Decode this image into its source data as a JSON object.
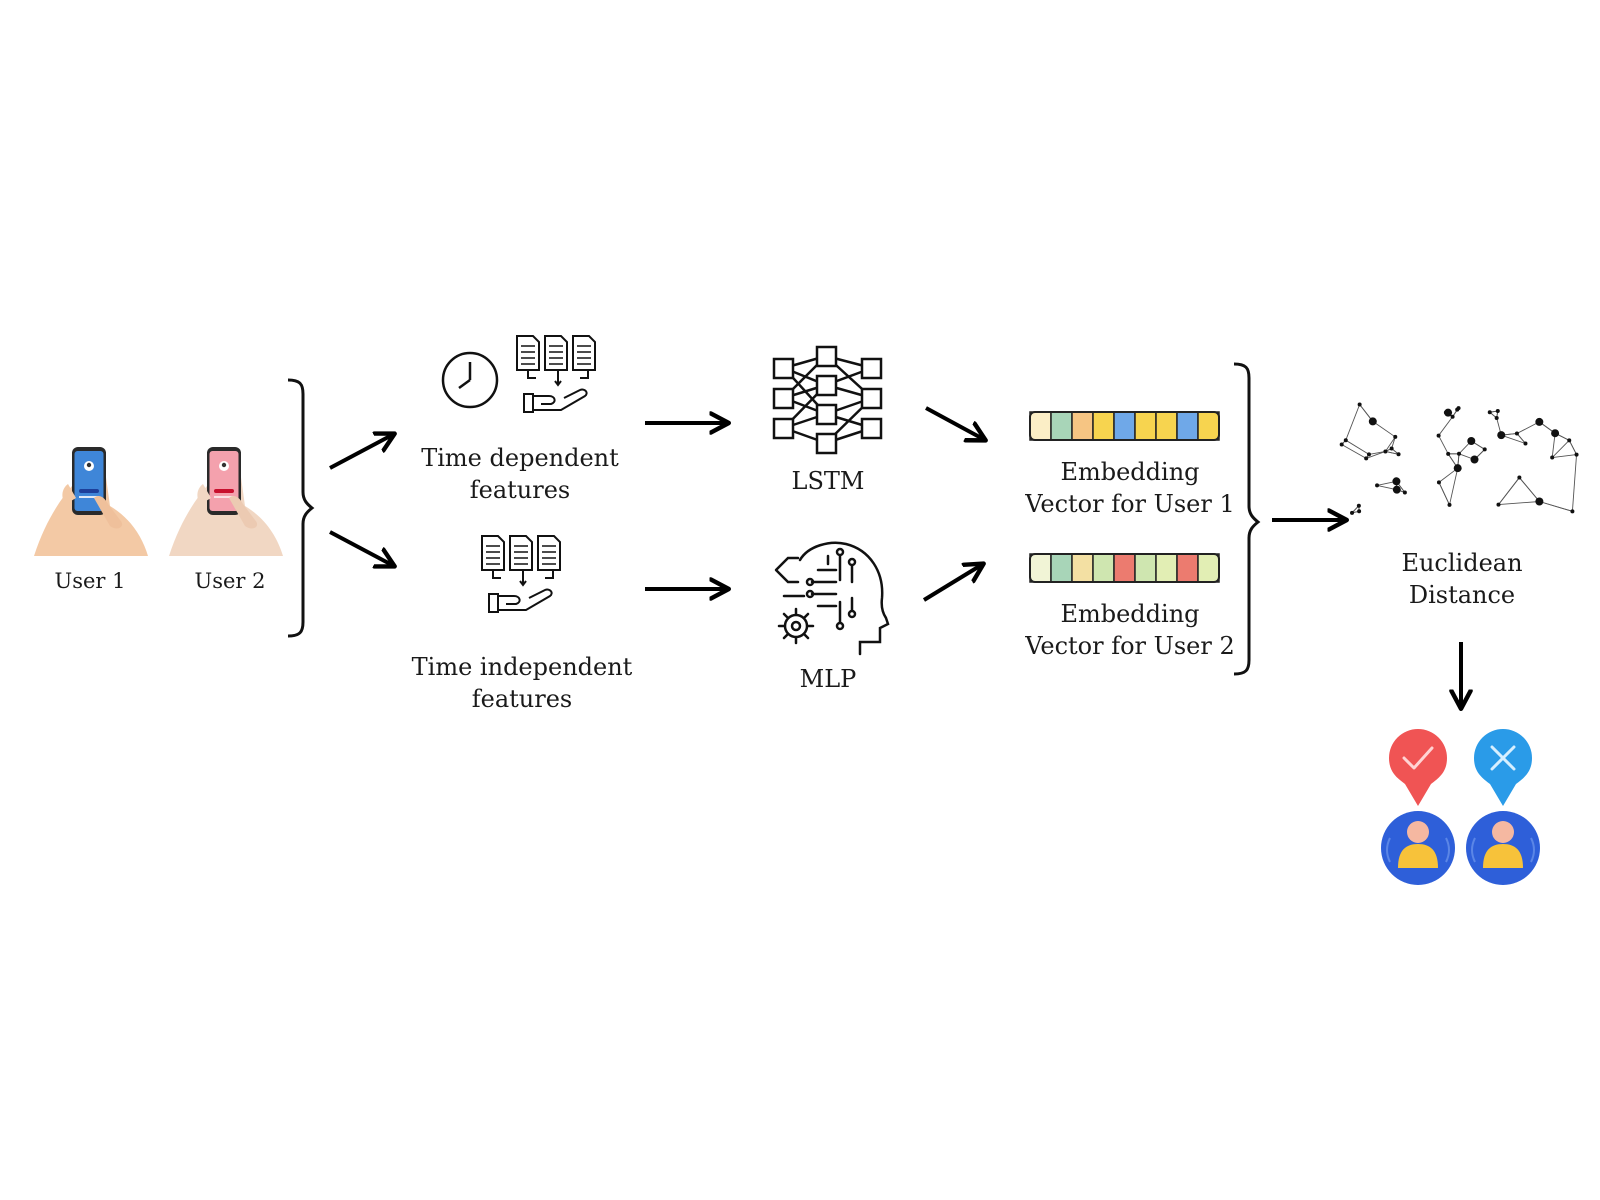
{
  "users": [
    {
      "label": "User 1",
      "screen_color": "#3f86d8",
      "button_color": "#1d3f9a"
    },
    {
      "label": "User 2",
      "screen_color": "#f4a1ad",
      "button_color": "#c8102e"
    }
  ],
  "features": {
    "time_dependent": {
      "line1": "Time dependent",
      "line2": "features"
    },
    "time_independent": {
      "line1": "Time independent",
      "line2": "features"
    }
  },
  "models": {
    "lstm": {
      "label": "LSTM",
      "icon": "lstm-network-icon"
    },
    "mlp": {
      "label": "MLP",
      "icon": "ai-head-gear-icon"
    }
  },
  "embeddings": [
    {
      "line1": "Embedding",
      "line2": "Vector for User 1",
      "colors": [
        "#fbeec6",
        "#a8d5b8",
        "#f6c583",
        "#f7d44f",
        "#6fa8e8",
        "#f7d44f",
        "#f7d44f",
        "#6fa8e8",
        "#f7d44f"
      ]
    },
    {
      "line1": "Embedding",
      "line2": "Vector for User 2",
      "colors": [
        "#f1f4d6",
        "#a8d5b8",
        "#f3e0a3",
        "#cfe6b0",
        "#ec7b6f",
        "#cfe6b0",
        "#e2eeb4",
        "#ec7b6f",
        "#e2eeb4"
      ]
    }
  ],
  "distance": {
    "line1": "Euclidean",
    "line2": "Distance",
    "icon": "point-network-icon"
  },
  "outcomes": [
    {
      "icon": "check-icon",
      "bubble_color": "#f05454",
      "avatar_color": "#2e5fd9"
    },
    {
      "icon": "cross-icon",
      "bubble_color": "#2a9be8",
      "avatar_color": "#2e5fd9"
    }
  ]
}
